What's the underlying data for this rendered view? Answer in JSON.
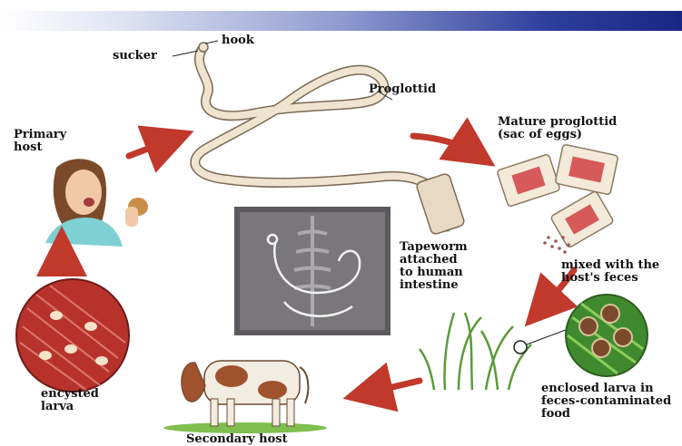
{
  "labels": {
    "sucker": "sucker",
    "hook": "hook",
    "proglottid": "Proglottid",
    "primary_host": "Primary\nhost",
    "mature_proglottid": "Mature proglottid\n(sac of eggs)",
    "tapeworm_attached": "Tapeworm\nattached\nto human\nintestine",
    "mixed_feces": "mixed with the\nhost's feces",
    "encysted_larva": "encysted\nlarva",
    "enclosed_larva": "enclosed larva in\nfeces-contaminated\nfood",
    "secondary_host": "Secondary host"
  },
  "colors": {
    "arrow": "#c0392b",
    "banner_end": "#1a2684",
    "muscle": "#b8322c",
    "segment": "#efe4cf"
  },
  "icons": {
    "primary_host_person": "person-eating-icon",
    "cow": "cow-icon",
    "grass": "grass-icon",
    "muscle_tissue": "muscle-tissue-icon",
    "xray": "xray-image"
  }
}
